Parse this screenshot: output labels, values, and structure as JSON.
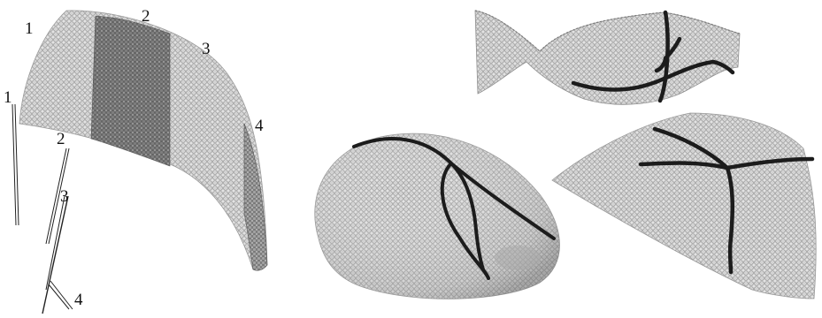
{
  "figure": {
    "labels": {
      "band_top": [
        "1",
        "2",
        "3",
        "4"
      ],
      "rods": [
        "1",
        "2",
        "3",
        "4"
      ]
    },
    "colors": {
      "background": "#ffffff",
      "light_bead": "#d6d6d6",
      "dark_bead": "#8a8a8a",
      "bead_outline": "#6f6f6f",
      "crease": "#1c1c1c",
      "label": "#111111"
    },
    "panels": [
      {
        "name": "curved-strip-with-four-bands",
        "icon": "bead-surface"
      },
      {
        "name": "saddle-membrane",
        "icon": "bead-surface"
      },
      {
        "name": "folded-shell",
        "icon": "bead-surface"
      },
      {
        "name": "dome-with-branched-ridge",
        "icon": "bead-surface"
      }
    ]
  }
}
